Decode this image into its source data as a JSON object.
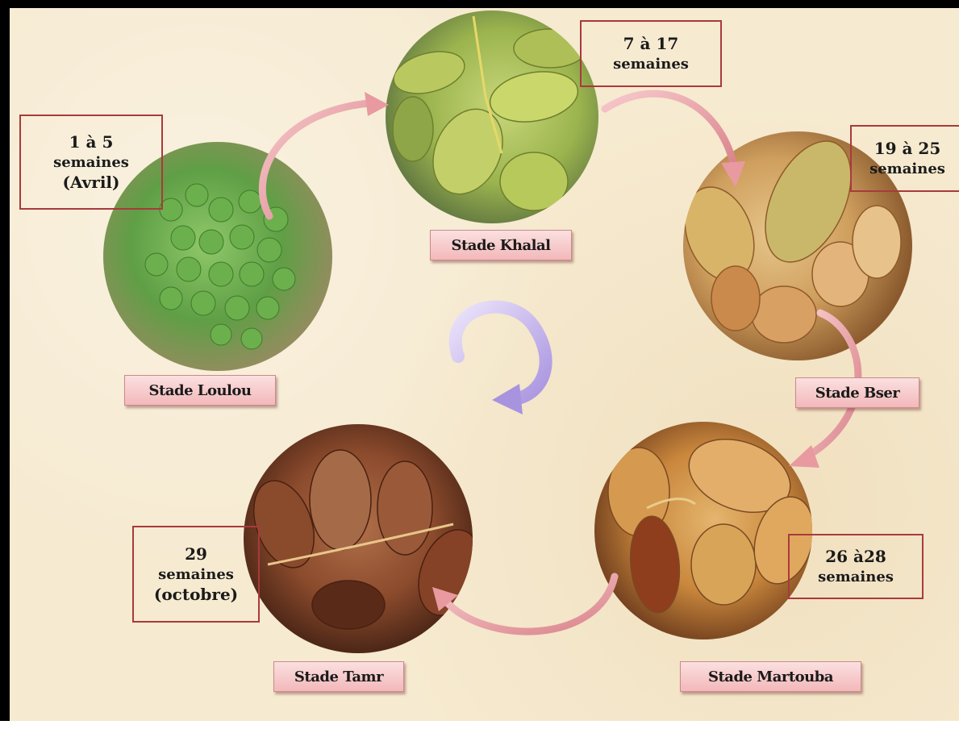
{
  "stages": [
    {
      "id": "loulou",
      "label": "Stade Loulou",
      "weeks": [
        "1 à 5",
        "semaines",
        "(Avril)"
      ]
    },
    {
      "id": "khalal",
      "label": "Stade Khalal",
      "weeks": [
        "7 à 17",
        "semaines"
      ]
    },
    {
      "id": "bser",
      "label": "Stade Bser",
      "weeks": [
        "19 à 25",
        "semaines"
      ]
    },
    {
      "id": "martouba",
      "label": "Stade Martouba",
      "weeks": [
        "26 à28",
        "semaines"
      ]
    },
    {
      "id": "tamr",
      "label": "Stade Tamr",
      "weeks": [
        "29",
        "semaines",
        "(octobre)"
      ]
    }
  ],
  "colors": {
    "background": "#f6ead0",
    "label_fill": "#f3b8ba",
    "box_border": "#a93a3c",
    "arrow_pink": "#e89aa0",
    "cycle_arrow": "#b9a6e6"
  }
}
